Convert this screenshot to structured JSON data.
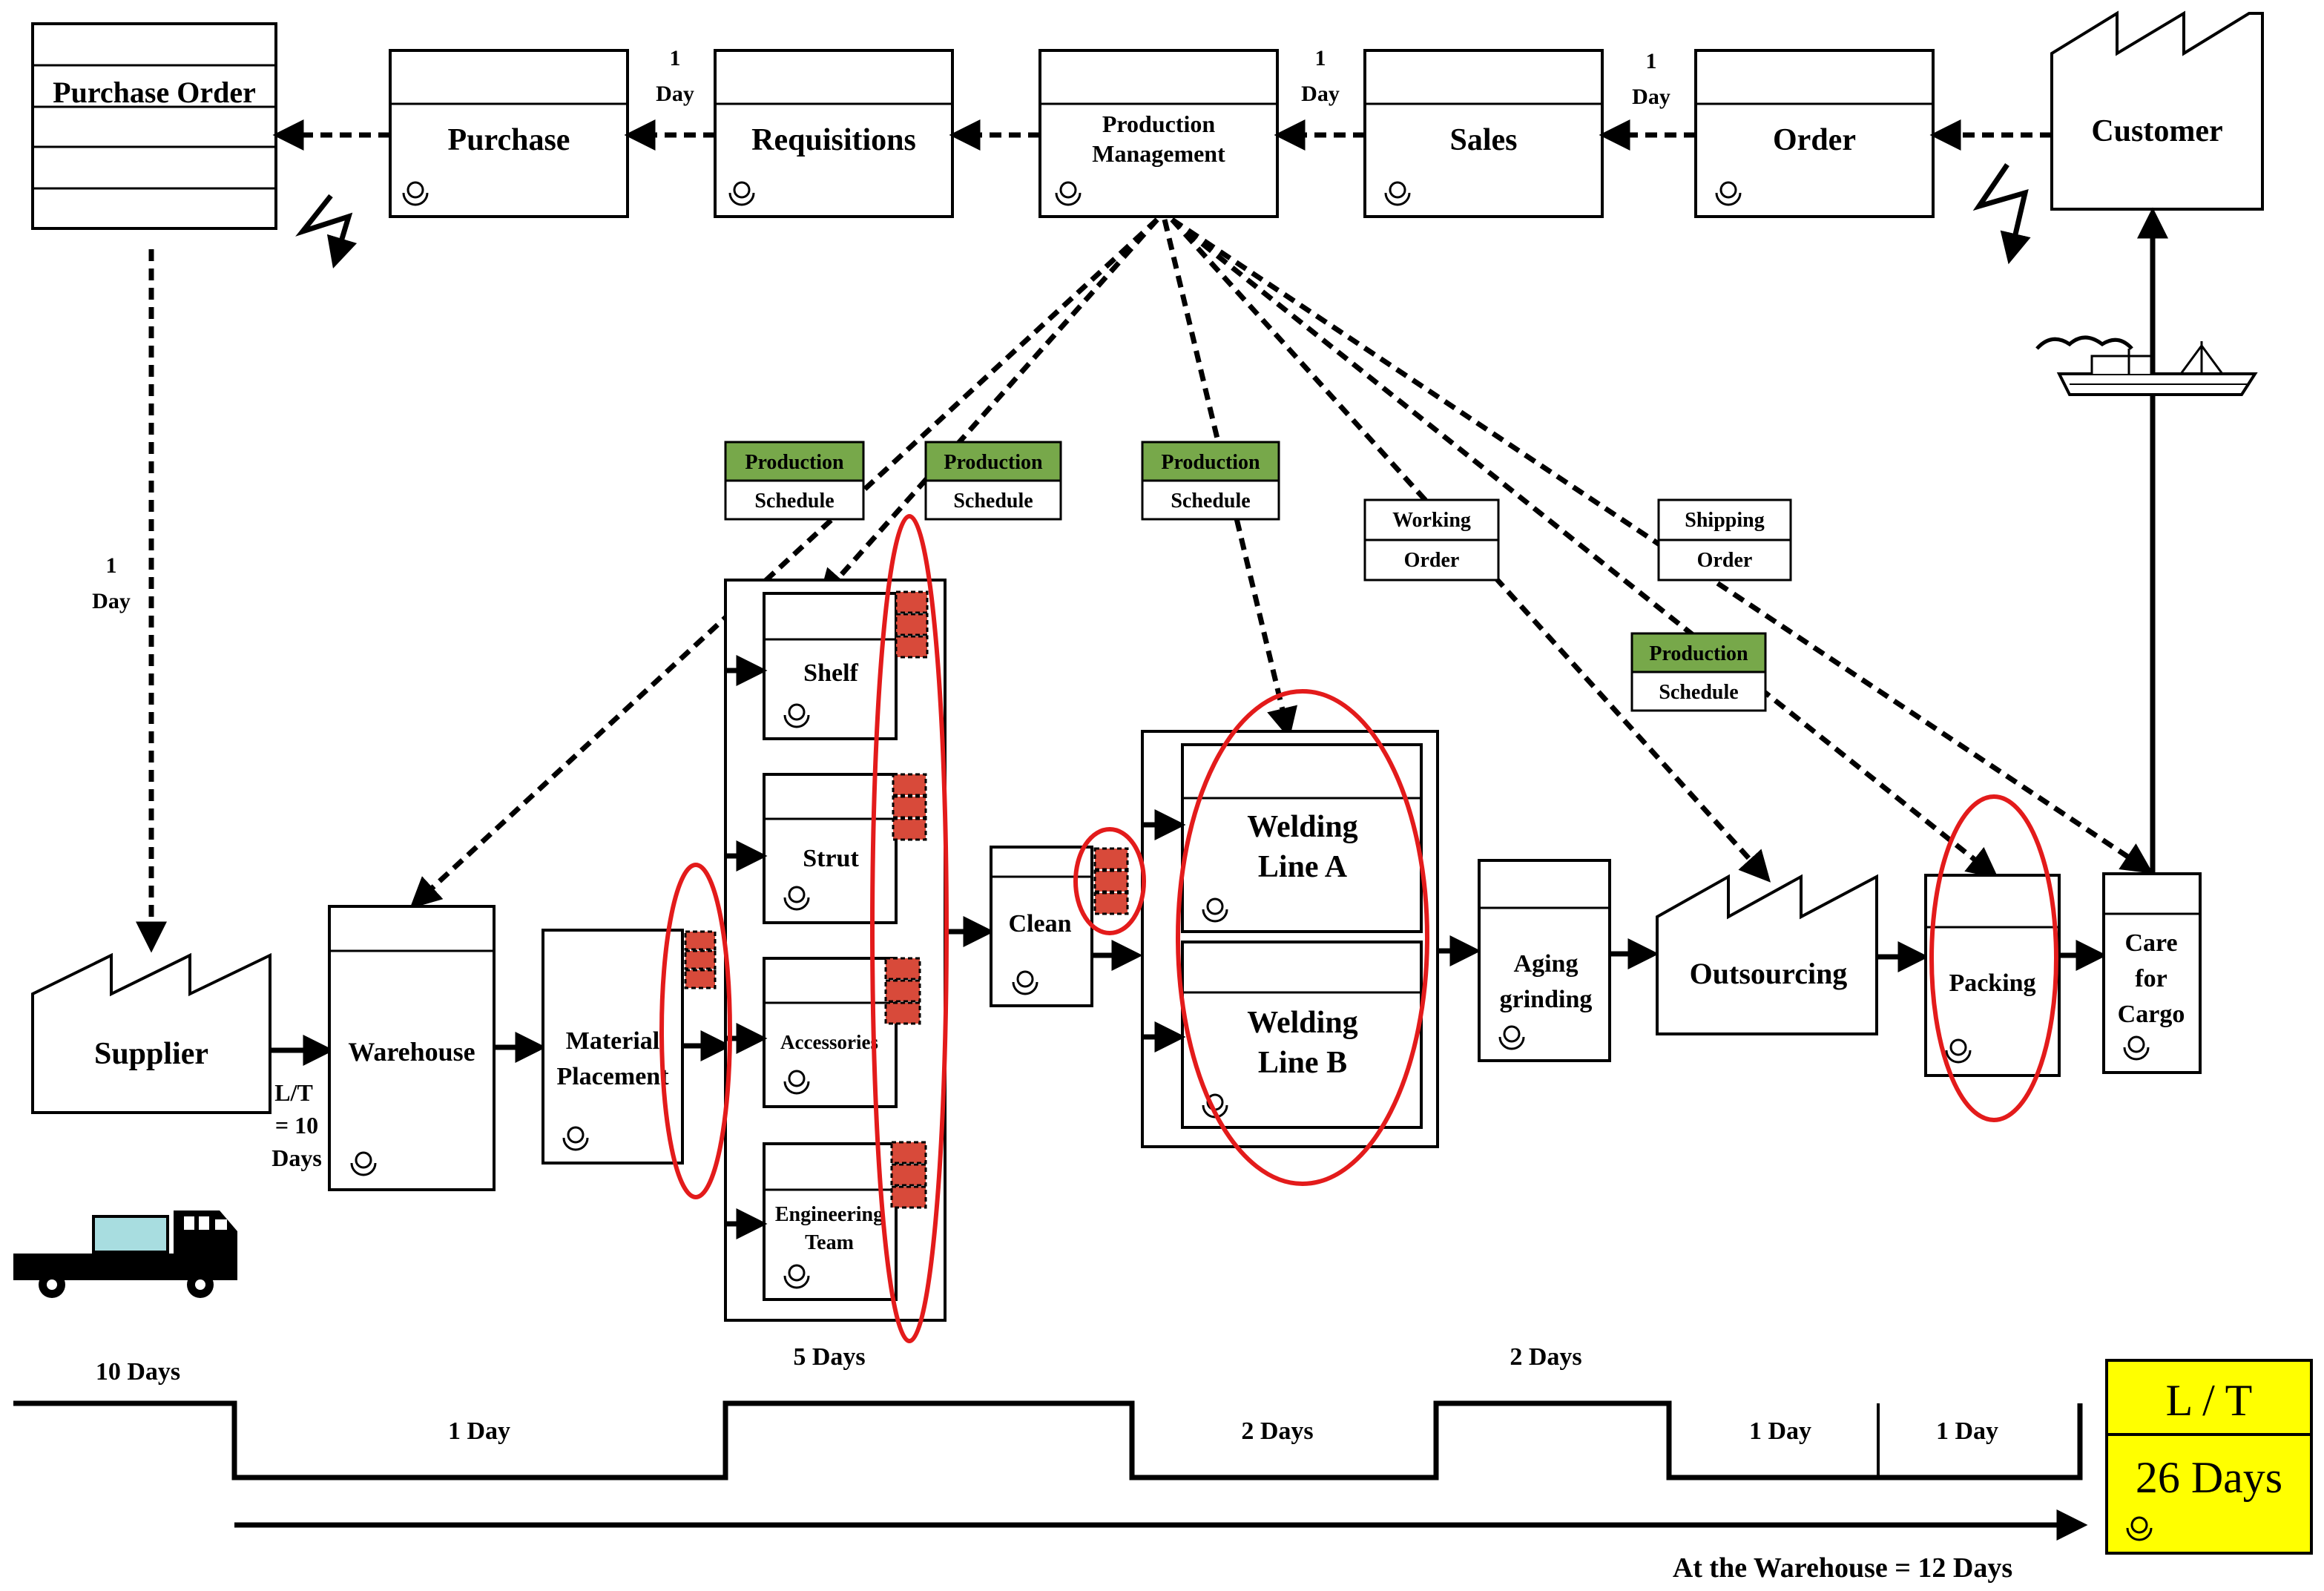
{
  "top_flow": {
    "purchase_order": "Purchase Order",
    "purchase": "Purchase",
    "requisitions": "Requisitions",
    "production_management": "Production Management",
    "sales": "Sales",
    "order": "Order",
    "customer": "Customer",
    "delay_requisitions_purchase": "1 Day",
    "delay_sales_pm": "1 Day",
    "delay_order_sales": "1 Day",
    "delay_po_supplier": "1 Day"
  },
  "signals": {
    "production_schedule_1": {
      "top": "Production",
      "bottom": "Schedule"
    },
    "production_schedule_2": {
      "top": "Production",
      "bottom": "Schedule"
    },
    "production_schedule_3": {
      "top": "Production",
      "bottom": "Schedule"
    },
    "production_schedule_4": {
      "top": "Production",
      "bottom": "Schedule"
    },
    "working_order": {
      "top": "Working",
      "bottom": "Order"
    },
    "shipping_order": {
      "top": "Shipping",
      "bottom": "Order"
    }
  },
  "process": {
    "supplier": "Supplier",
    "supplier_lt": "L/T = 10 Days",
    "warehouse": "Warehouse",
    "material_placement": "Material Placement",
    "shelf": "Shelf",
    "strut": "Strut",
    "accessories": "Accessories",
    "engineering_team": "Engineering Team",
    "clean": "Clean",
    "welding_line_a": "Welding Line A",
    "welding_line_b": "Welding Line B",
    "aging_grinding": "Aging grinding",
    "outsourcing": "Outsourcing",
    "packing": "Packing",
    "care_for_cargo": "Care for Cargo"
  },
  "timeline": {
    "top_segments": [
      "10 Days",
      "5 Days",
      "2 Days"
    ],
    "bottom_segments": [
      "1 Day",
      "2 Days",
      "1 Day",
      "1 Day"
    ],
    "warehouse_total": "At the Warehouse = 12 Days",
    "lt_label": "L / T",
    "lt_total": "26 Days"
  },
  "colors": {
    "signal_header": "#77a84a",
    "inventory": "#d84a3a",
    "highlight_ring": "#e31b1b",
    "lt_box": "#ffff00"
  },
  "icons": [
    "operator-icon",
    "factory-icon",
    "truck-icon",
    "ship-icon",
    "electronic-info-icon",
    "push-arrow-icon"
  ]
}
